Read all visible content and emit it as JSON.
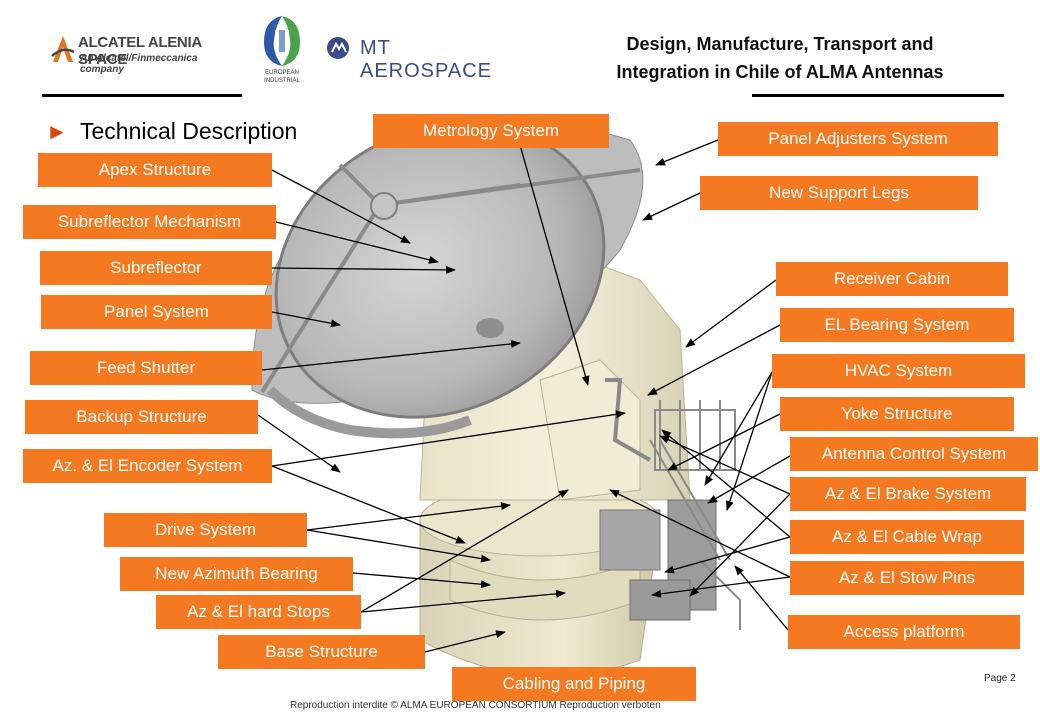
{
  "header": {
    "title_line1": "Design, Manufacture, Transport and",
    "title_line2": "Integration in Chile of ALMA Antennas",
    "section_title": "Technical Description",
    "bullet": "►"
  },
  "logos": {
    "aas_name": "ALCATEL ALENIA SPACE",
    "aas_tagline": "An Alcatel/Finmeccanica company",
    "eu_line1": "EUROPEAN",
    "eu_line2": "INDUSTRIAL",
    "mt_name": "MT AEROSPACE"
  },
  "labels": {
    "metrology_system": "Metrology System",
    "panel_adjusters_system": "Panel Adjusters System",
    "apex_structure": "Apex Structure",
    "new_support_legs": "New Support Legs",
    "subreflector_mechanism": "Subreflector Mechanism",
    "subreflector": "Subreflector",
    "receiver_cabin": "Receiver Cabin",
    "panel_system": "Panel System",
    "el_bearing_system": "EL Bearing System",
    "feed_shutter": "Feed Shutter",
    "hvac_system": "HVAC System",
    "backup_structure": "Backup Structure",
    "yoke_structure": "Yoke Structure",
    "antenna_control_system": "Antenna Control System",
    "az_el_encoder_system": "Az. & El Encoder System",
    "az_el_brake_system": "Az & El Brake System",
    "drive_system": "Drive System",
    "az_el_cable_wrap": "Az & El Cable Wrap",
    "new_azimuth_bearing": "New Azimuth Bearing",
    "az_el_stow_pins": "Az & El Stow Pins",
    "az_el_hard_stops": "Az & El hard Stops",
    "access_platform": "Access platform",
    "base_structure": "Base Structure",
    "cabling_and_piping": "Cabling and Piping"
  },
  "footer": {
    "text": "Reproduction interdite © ALMA EUROPEAN CONSORTIUM Reproduction verboten",
    "page": "Page 2"
  },
  "colors": {
    "label_bg": "#f47920",
    "label_text": "#ffffff",
    "bullet": "#e0440e"
  }
}
